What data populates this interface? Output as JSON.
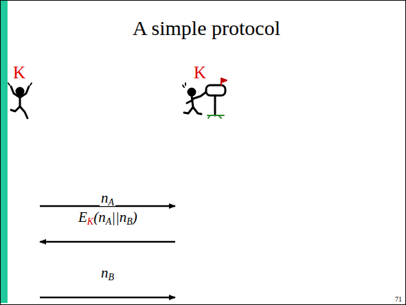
{
  "diagram": {
    "title": "A simple protocol",
    "nodes": [
      {
        "text": [
          "K"
        ]
      },
      {
        "text": [
          "K"
        ]
      }
    ],
    "edges": [
      {
        "from": 0,
        "to": 1,
        "arrow": "to",
        "label": "nA"
      },
      {
        "from": 1,
        "to": 0,
        "arrow": "to",
        "label": "EK(nA||nB)"
      },
      {
        "from": 0,
        "to": 1,
        "arrow": "to",
        "label": "nB"
      }
    ],
    "labels": [
      "71"
    ]
  }
}
